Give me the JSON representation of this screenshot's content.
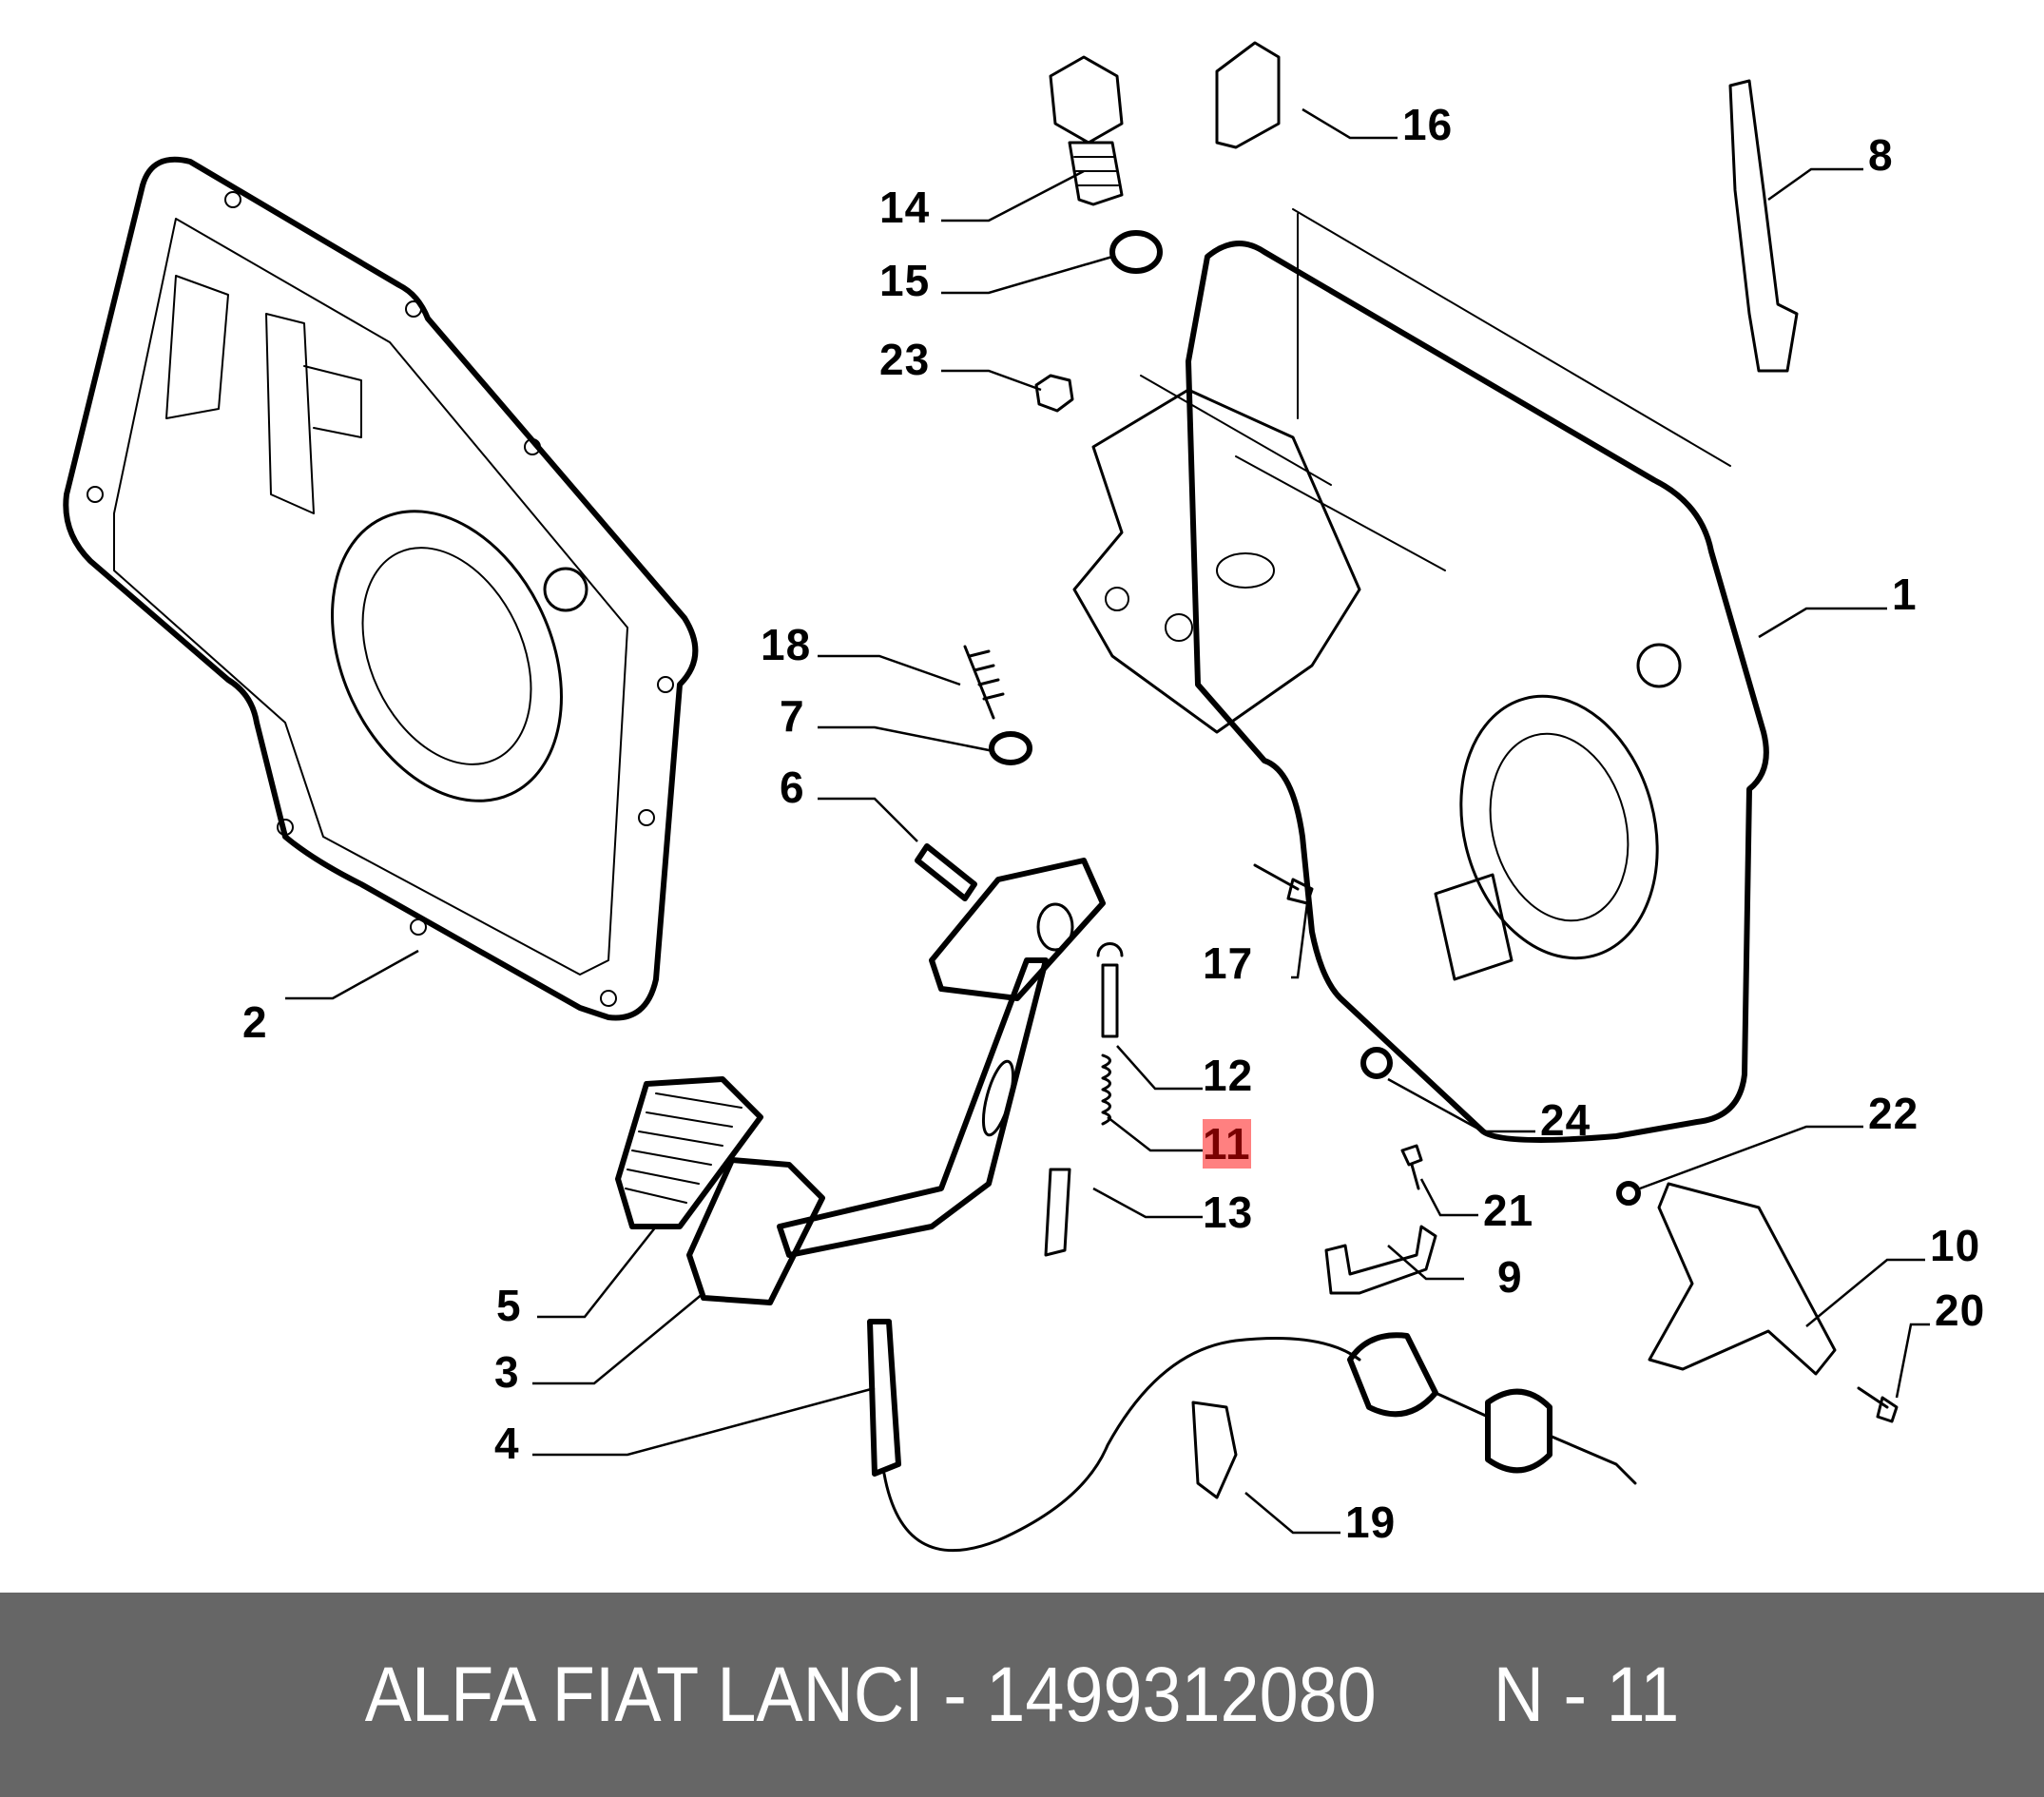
{
  "diagram": {
    "callouts": [
      {
        "id": "1",
        "label": "1"
      },
      {
        "id": "2",
        "label": "2"
      },
      {
        "id": "3",
        "label": "3"
      },
      {
        "id": "4",
        "label": "4"
      },
      {
        "id": "5",
        "label": "5"
      },
      {
        "id": "6",
        "label": "6"
      },
      {
        "id": "7",
        "label": "7"
      },
      {
        "id": "8",
        "label": "8"
      },
      {
        "id": "9",
        "label": "9"
      },
      {
        "id": "10",
        "label": "10"
      },
      {
        "id": "11",
        "label": "11",
        "highlighted": true
      },
      {
        "id": "12",
        "label": "12"
      },
      {
        "id": "13",
        "label": "13"
      },
      {
        "id": "14",
        "label": "14"
      },
      {
        "id": "15",
        "label": "15"
      },
      {
        "id": "16",
        "label": "16"
      },
      {
        "id": "17",
        "label": "17"
      },
      {
        "id": "18",
        "label": "18"
      },
      {
        "id": "19",
        "label": "19"
      },
      {
        "id": "20",
        "label": "20"
      },
      {
        "id": "21",
        "label": "21"
      },
      {
        "id": "22",
        "label": "22"
      },
      {
        "id": "23",
        "label": "23"
      },
      {
        "id": "24",
        "label": "24"
      }
    ],
    "highlight_color": "#ff8080"
  },
  "footer": {
    "brand": "ALFA FIAT LANCI",
    "separator": " - ",
    "part_number": "1499312080",
    "position": "N - 11",
    "background": "#666666"
  }
}
